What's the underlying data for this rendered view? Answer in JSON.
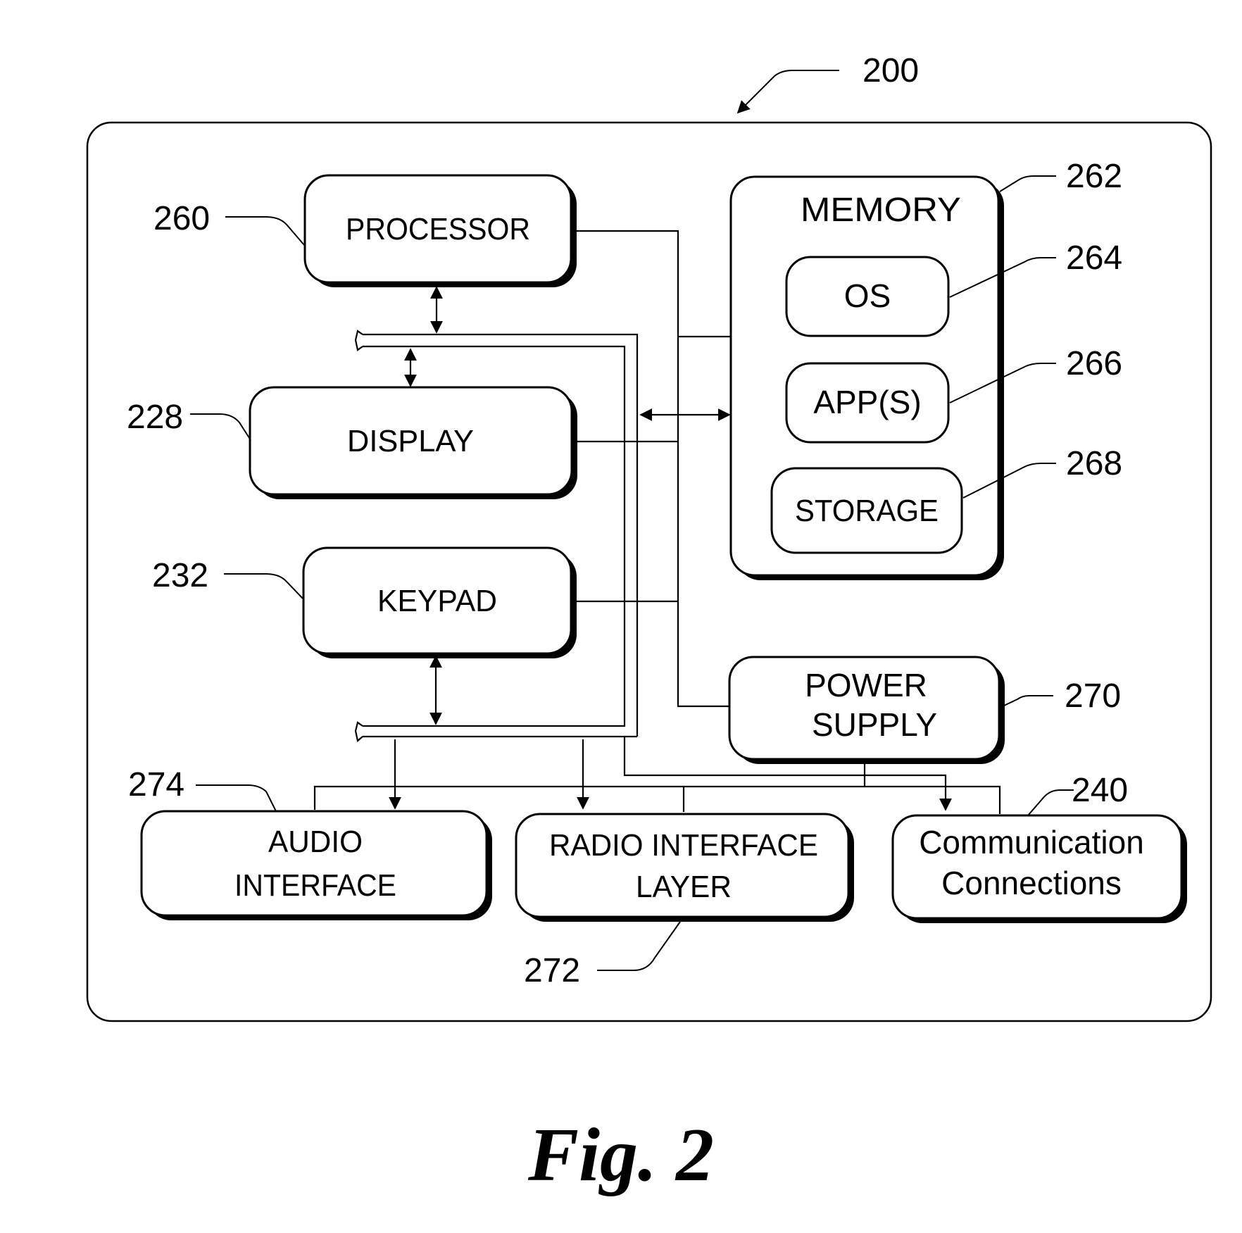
{
  "figure": {
    "ref": "200",
    "caption": "Fig. 2"
  },
  "blocks": {
    "processor": {
      "ref": "260",
      "label": "PROCESSOR"
    },
    "display": {
      "ref": "228",
      "label": "DISPLAY"
    },
    "keypad": {
      "ref": "232",
      "label": "KEYPAD"
    },
    "memory": {
      "ref": "262",
      "label": "MEMORY"
    },
    "os": {
      "ref": "264",
      "label": "OS"
    },
    "apps": {
      "ref": "266",
      "label": "APP(S)"
    },
    "storage": {
      "ref": "268",
      "label": "STORAGE"
    },
    "power_supply": {
      "ref": "270",
      "label_line1": "POWER",
      "label_line2": "SUPPLY"
    },
    "audio_interface": {
      "ref": "274",
      "label_line1": "AUDIO",
      "label_line2": "INTERFACE"
    },
    "radio_interface": {
      "ref": "272",
      "label_line1": "RADIO INTERFACE",
      "label_line2": "LAYER"
    },
    "communication": {
      "ref": "240",
      "label_line1": "Communication",
      "label_line2": "Connections"
    }
  }
}
